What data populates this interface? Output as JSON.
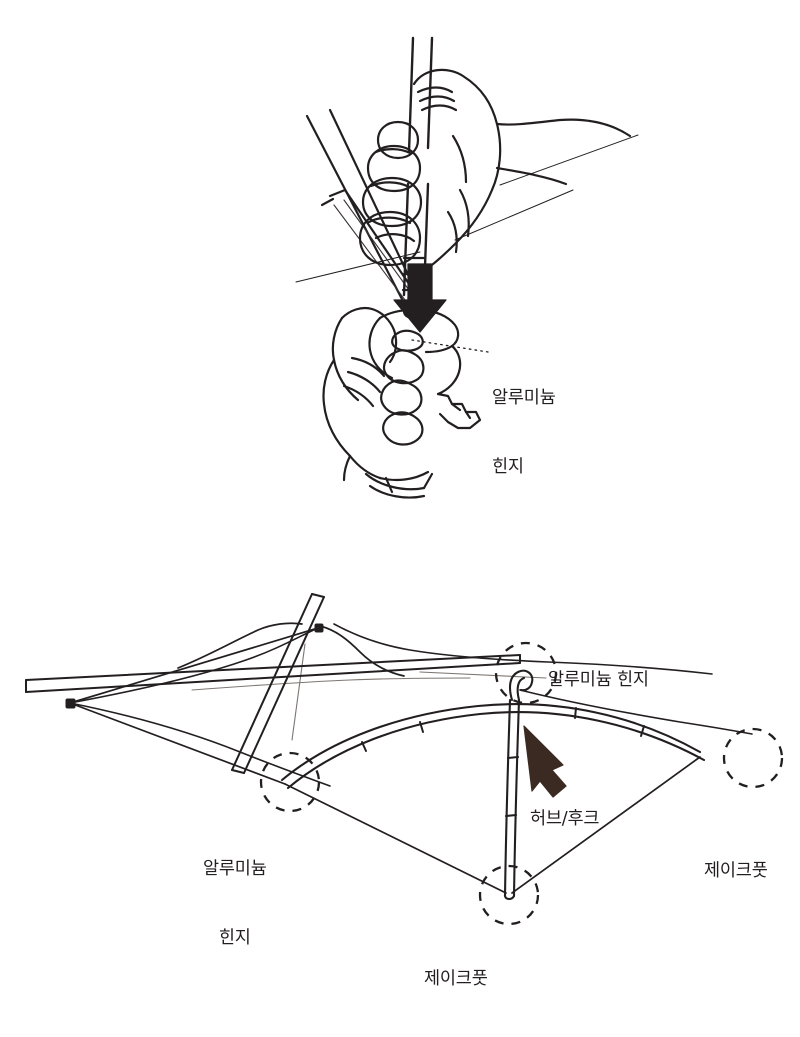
{
  "document": {
    "type": "instruction-illustration",
    "language": "ko",
    "background_color": "#ffffff",
    "line_color": "#231f20",
    "arrow_color": "#3b2a22",
    "text_color": "#231f20"
  },
  "figures": [
    {
      "id": "figure-hand-pole-insertion",
      "name": "hand-inserting-pole-into-hinge",
      "description": "두 손이 폴을 알루미늄 힌지에 끼우는 모습",
      "callouts": [
        {
          "id": "hinge-top",
          "text_lines": [
            "알루미늄",
            "힌지"
          ],
          "points_to": "aluminum-hinge"
        }
      ],
      "arrow": {
        "direction": "down",
        "meaning": "insert-pole-downward"
      }
    },
    {
      "id": "figure-tent-frame-overview",
      "name": "assembled-tent-frame",
      "description": "조립된 텐트 프레임 전체 구조와 주요 부품 위치",
      "callouts": [
        {
          "id": "hinge-hub",
          "text_lines": [
            "알루미늄 힌지"
          ],
          "points_to": "aluminum-hinge-top"
        },
        {
          "id": "hub-hook",
          "text_lines": [
            "허브/후크"
          ],
          "points_to": "hub-hook"
        },
        {
          "id": "jakefoot-right",
          "text_lines": [
            "제이크풋"
          ],
          "points_to": "jake-foot-right"
        },
        {
          "id": "hinge-left",
          "text_lines": [
            "알루미늄",
            "힌지"
          ],
          "points_to": "aluminum-hinge-left"
        },
        {
          "id": "jakefoot-bottom",
          "text_lines": [
            "제이크풋"
          ],
          "points_to": "jake-foot-bottom"
        }
      ],
      "arrow": {
        "direction": "up-left",
        "meaning": "points-at-hub-hook"
      }
    }
  ],
  "labels": {
    "hinge_top_line1": "알루미늄",
    "hinge_top_line2": "힌지",
    "hinge_hub": "알루미늄 힌지",
    "hub_hook": "허브/후크",
    "jakefoot_right": "제이크풋",
    "hinge_left_line1": "알루미늄",
    "hinge_left_line2": "힌지",
    "jakefoot_bottom": "제이크풋"
  }
}
